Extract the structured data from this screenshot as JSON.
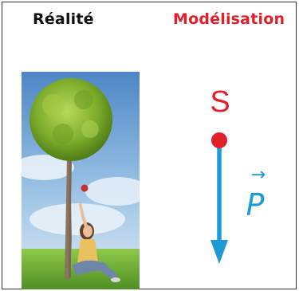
{
  "headings": {
    "reality": "Réalité",
    "modeling": "Modélisation"
  },
  "model": {
    "point_label": "S",
    "vector_label": "P",
    "vector_arrow": "→"
  },
  "colors": {
    "accent_red": "#e0202a",
    "vector_blue": "#1e9ad6",
    "text_dark": "#111111"
  }
}
